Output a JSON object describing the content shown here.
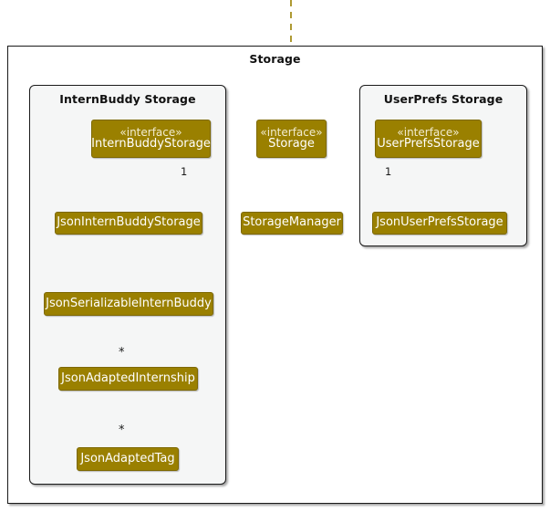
{
  "diagram": {
    "kind": "uml-class-diagram",
    "title": "Storage",
    "colors": {
      "node_fill": "#9a8000",
      "node_border": "#7d6800",
      "node_text": "#ffffff",
      "stereotype_text": "#f2ecd0",
      "edge": "#9a8000",
      "package_border": "#1a1a1a",
      "package_inner_fill": "#f5f6f6",
      "package_outer_fill": "#ffffff",
      "label_text": "#1a1a1a"
    },
    "packages": {
      "outer": {
        "label": "Storage"
      },
      "internbuddy": {
        "label": "InternBuddy Storage"
      },
      "userprefs": {
        "label": "UserPrefs Storage"
      }
    },
    "nodes": {
      "intern_buddy_storage": {
        "stereotype": "«interface»",
        "name": "InternBuddyStorage"
      },
      "storage": {
        "stereotype": "«interface»",
        "name": "Storage"
      },
      "user_prefs_storage": {
        "stereotype": "«interface»",
        "name": "UserPrefsStorage"
      },
      "json_intern_buddy_storage": {
        "name": "JsonInternBuddyStorage"
      },
      "storage_manager": {
        "name": "StorageManager"
      },
      "json_user_prefs_storage": {
        "name": "JsonUserPrefsStorage"
      },
      "json_serializable_intern_buddy": {
        "name": "JsonSerializableInternBuddy"
      },
      "json_adapted_internship": {
        "name": "JsonAdaptedInternship"
      },
      "json_adapted_tag": {
        "name": "JsonAdaptedTag"
      }
    },
    "multiplicities": {
      "intern_buddy_one": "1",
      "user_prefs_one": "1",
      "serializable_to_internship": "*",
      "internship_to_tag": "*"
    },
    "edges": [
      {
        "from": "storage",
        "to": "intern_buddy_storage",
        "type": "generalization"
      },
      {
        "from": "storage",
        "to": "user_prefs_storage",
        "type": "generalization"
      },
      {
        "from": "storage_manager",
        "to": "storage",
        "type": "realization"
      },
      {
        "from": "storage_manager",
        "to": "intern_buddy_storage",
        "type": "association",
        "label": "1"
      },
      {
        "from": "storage_manager",
        "to": "user_prefs_storage",
        "type": "association",
        "label": "1"
      },
      {
        "from": "json_intern_buddy_storage",
        "to": "intern_buddy_storage",
        "type": "realization"
      },
      {
        "from": "json_user_prefs_storage",
        "to": "user_prefs_storage",
        "type": "realization"
      },
      {
        "from": "json_intern_buddy_storage",
        "to": "json_serializable_intern_buddy",
        "type": "dependency"
      },
      {
        "from": "json_serializable_intern_buddy",
        "to": "json_adapted_internship",
        "type": "association",
        "label": "*"
      },
      {
        "from": "json_adapted_internship",
        "to": "json_adapted_tag",
        "type": "association",
        "label": "*"
      },
      {
        "from": "external",
        "to": "storage",
        "type": "dependency"
      }
    ]
  }
}
